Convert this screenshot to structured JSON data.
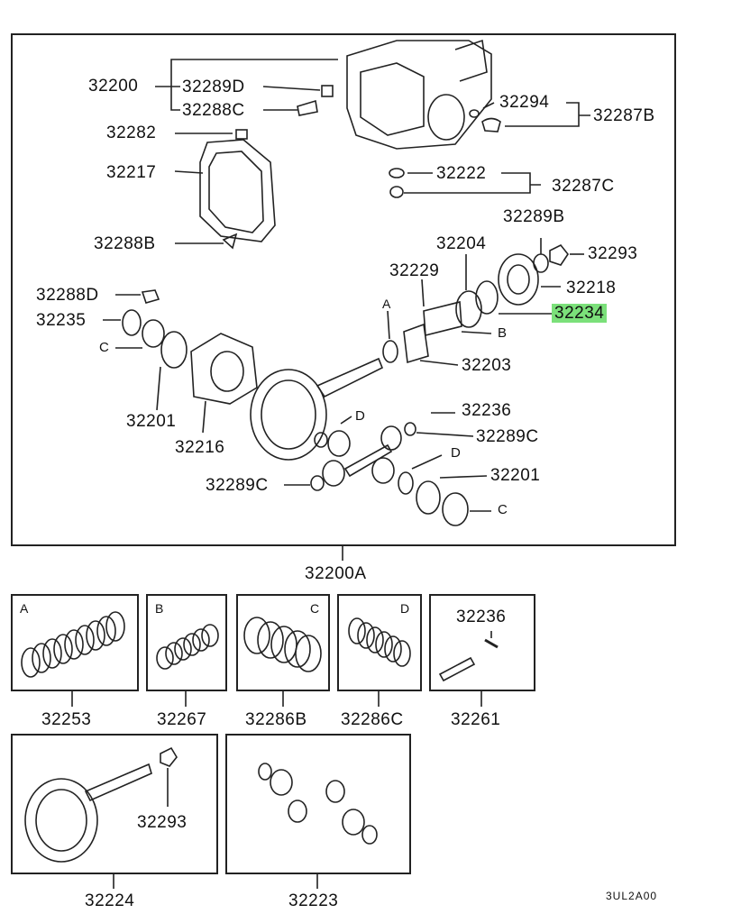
{
  "main_diagram": {
    "assembly_label": "32200A",
    "labels": {
      "p32200": "32200",
      "p32289D": "32289D",
      "p32288C": "32288C",
      "p32294": "32294",
      "p32287B": "32287B",
      "p32282": "32282",
      "p32217": "32217",
      "p32222": "32222",
      "p32287C": "32287C",
      "p32289B": "32289B",
      "p32293": "32293",
      "p32288B": "32288B",
      "p32204": "32204",
      "p32229": "32229",
      "p32218": "32218",
      "p32288D": "32288D",
      "p32234": "32234",
      "p32235": "32235",
      "refA": "A",
      "refB": "B",
      "refC_left": "C",
      "p32203": "32203",
      "p32201_left": "32201",
      "p32216": "32216",
      "refD_top": "D",
      "p32236": "32236",
      "p32289C_right": "32289C",
      "refD_mid": "D",
      "p32201_right": "32201",
      "p32289C_left": "32289C",
      "refC_right": "C"
    },
    "highlighted_part": "32234",
    "highlight_color": "#7be07a"
  },
  "kit_panels": [
    {
      "letter": "A",
      "part": "32253"
    },
    {
      "letter": "B",
      "part": "32267"
    },
    {
      "letter": "C",
      "part": "32286B"
    },
    {
      "letter": "D",
      "part": "32286C"
    },
    {
      "letter": "",
      "part": "32261",
      "inner_label": "32236"
    }
  ],
  "bottom_panels": [
    {
      "part": "32224",
      "inner_label": "32293"
    },
    {
      "part": "32223"
    }
  ],
  "drawing_code": "3UL2A00"
}
